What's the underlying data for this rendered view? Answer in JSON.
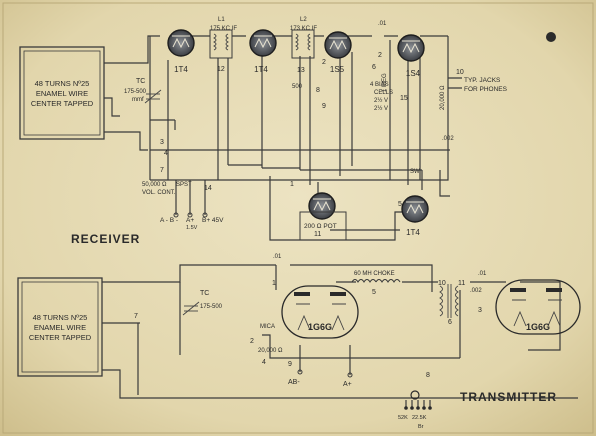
{
  "receiver": {
    "title": "RECEIVER",
    "loop": [
      "48 TURNS Nº25",
      "ENAMEL WIRE",
      "CENTER TAPPED"
    ],
    "tubes": [
      "1T4",
      "1T4",
      "1S5",
      "1S4",
      "1T4"
    ],
    "if_labels": [
      "L1",
      "175 KC IF",
      "L2",
      "173 KC IF"
    ],
    "parts": {
      "tc": "TC",
      "tc_range": "175-500",
      "tc_unit": "mmf",
      "p12": "12",
      "p13": "13",
      "p2": "2",
      "p3": "3",
      "p4": "4",
      "p5": "5",
      "p6": "6",
      "p7": "7",
      "p8": "8",
      "p9": "9",
      "p11": "11",
      "p14": "14",
      "p1": "1",
      "p10": "10",
      "p15": "15",
      "r500": "500",
      "r1meg": "1 MEG",
      "c01": ".01",
      "c002": ".002",
      "bias": [
        "4 BIAS",
        "CELLS",
        "2½ V",
        "2½ V"
      ],
      "jacks": [
        "TYP. JACKS",
        "FOR PHONES"
      ],
      "vol": "50,000 Ω",
      "vol2": "VOL. CONT.",
      "spst": "SPST",
      "pot": "200 Ω POT",
      "s": "SW",
      "bat_a_minus": "A - B -",
      "bat_a_plus": "A+",
      "bat_a_plus_v": "1.5V",
      "bat_b_plus": "B+ 45V",
      "r20000": "20,000 Ω"
    }
  },
  "transmitter": {
    "title": "TRANSMITTER",
    "loop": [
      "48 TURNS Nº25",
      "ENAMEL WIRE",
      "CENTER TAPPED"
    ],
    "tubes": [
      "1G6G",
      "1G6G"
    ],
    "choke": "60 MH CHOKE",
    "parts": {
      "tc": "TC",
      "tc_range": "175-500",
      "c01": ".01",
      "c01b": ".01",
      "c002": ".002",
      "mica": "MICA",
      "r20000": "20,000 Ω",
      "p1": "1",
      "p2": "2",
      "p3": "3",
      "p4": "4",
      "p5": "5",
      "p6": "6",
      "p7": "7",
      "p8": "8",
      "p9": "9",
      "p10": "10",
      "p11": "11",
      "ab_minus": "AB-",
      "a_plus": "A+",
      "sw_labels": [
        "52K",
        "22.5K",
        "Br"
      ]
    }
  }
}
